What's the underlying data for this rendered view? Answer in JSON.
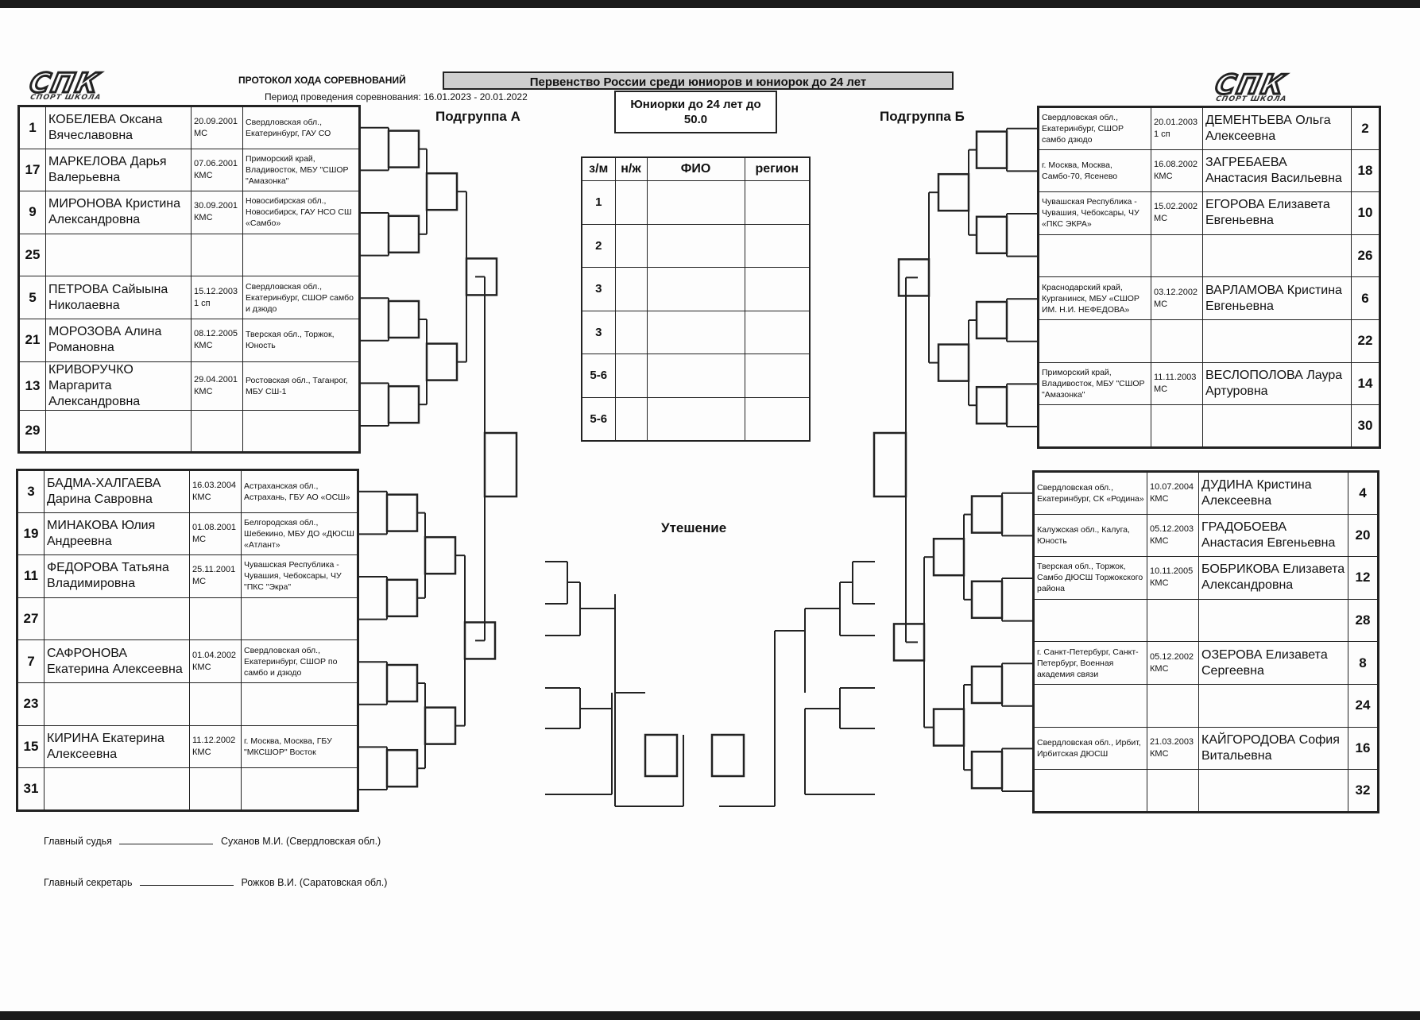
{
  "header": {
    "logo_text": "СПК",
    "logo_sub": "СПОРТ ШКОЛА",
    "protocol_title": "ПРОТОКОЛ ХОДА СОРЕВНОВАНИЙ",
    "period": "Период проведения соревнования: 16.01.2023 - 20.01.2022",
    "competition": "Первенство России среди юниоров и юниорок до 24 лет",
    "category_line1": "Юниорки до 24 лет до",
    "category_line2": "50.0"
  },
  "subgroup_a": {
    "title": "Подгруппа А",
    "top": [
      {
        "num": "1",
        "name": "КОБЕЛЕВА Оксана Вячеславовна",
        "date": "20.09.2001 МС",
        "club": "Свердловская обл., Екатеринбург, ГАУ СО"
      },
      {
        "num": "17",
        "name": "МАРКЕЛОВА Дарья Валерьевна",
        "date": "07.06.2001 КМС",
        "club": "Приморский край, Владивосток, МБУ \"СШОР \"Амазонка\""
      },
      {
        "num": "9",
        "name": "МИРОНОВА Кристина Александровна",
        "date": "30.09.2001 КМС",
        "club": "Новосибирская обл., Новосибирск, ГАУ НСО СШ «Самбо»"
      },
      {
        "num": "25",
        "name": "",
        "date": "",
        "club": ""
      },
      {
        "num": "5",
        "name": "ПЕТРОВА Сайыына Николаевна",
        "date": "15.12.2003 1 сп",
        "club": "Свердловская обл., Екатеринбург, СШОР самбо и дзюдо"
      },
      {
        "num": "21",
        "name": "МОРОЗОВА Алина Романовна",
        "date": "08.12.2005 КМС",
        "club": "Тверская обл., Торжок, Юность"
      },
      {
        "num": "13",
        "name": "КРИВОРУЧКО Маргарита Александровна",
        "date": "29.04.2001 КМС",
        "club": "Ростовская обл., Таганрог, МБУ СШ-1"
      },
      {
        "num": "29",
        "name": "",
        "date": "",
        "club": ""
      }
    ],
    "bottom": [
      {
        "num": "3",
        "name": "БАДМА-ХАЛГАЕВА Дарина Савровна",
        "date": "16.03.2004 КМС",
        "club": "Астраханская обл., Астрахань, ГБУ АО «ОСШ»"
      },
      {
        "num": "19",
        "name": "МИНАКОВА Юлия Андреевна",
        "date": "01.08.2001 МС",
        "club": "Белгородская обл., Шебекино, МБУ ДО «ДЮСШ «Атлант»"
      },
      {
        "num": "11",
        "name": "ФЕДОРОВА Татьяна Владимировна",
        "date": "25.11.2001 МС",
        "club": "Чувашская Республика - Чувашия, Чебоксары, ЧУ \"ПКС \"Экра\""
      },
      {
        "num": "27",
        "name": "",
        "date": "",
        "club": ""
      },
      {
        "num": "7",
        "name": "САФРОНОВА Екатерина Алексеевна",
        "date": "01.04.2002 КМС",
        "club": "Свердловская обл., Екатеринбург, СШОР по самбо и дзюдо"
      },
      {
        "num": "23",
        "name": "",
        "date": "",
        "club": ""
      },
      {
        "num": "15",
        "name": "КИРИНА Екатерина Алексеевна",
        "date": "11.12.2002 КМС",
        "club": "г. Москва, Москва, ГБУ \"МКСШОР\" Восток"
      },
      {
        "num": "31",
        "name": "",
        "date": "",
        "club": ""
      }
    ]
  },
  "subgroup_b": {
    "title": "Подгруппа Б",
    "top": [
      {
        "num": "2",
        "name": "ДЕМЕНТЬЕВА Ольга Алексеевна",
        "date": "20.01.2003 1 сп",
        "club": "Свердловская обл., Екатеринбург, СШОР самбо дзюдо"
      },
      {
        "num": "18",
        "name": "ЗАГРЕБАЕВА Анастасия Васильевна",
        "date": "16.08.2002 КМС",
        "club": "г. Москва, Москва, Самбо-70, Ясенево"
      },
      {
        "num": "10",
        "name": "ЕГОРОВА Елизавета Евгеньевна",
        "date": "15.02.2002 МС",
        "club": "Чувашская Республика - Чувашия, Чебоксары, ЧУ «ПКС ЭКРА»"
      },
      {
        "num": "26",
        "name": "",
        "date": "",
        "club": ""
      },
      {
        "num": "6",
        "name": "ВАРЛАМОВА Кристина Евгеньевна",
        "date": "03.12.2002 МС",
        "club": "Краснодарский край, Курганинск, МБУ «СШОР ИМ. Н.И. НЕФЕДОВА»"
      },
      {
        "num": "22",
        "name": "",
        "date": "",
        "club": ""
      },
      {
        "num": "14",
        "name": "ВЕСЛОПОЛОВА Лаура Артуровна",
        "date": "11.11.2003 МС",
        "club": "Приморский край, Владивосток, МБУ \"СШОР \"Амазонка\""
      },
      {
        "num": "30",
        "name": "",
        "date": "",
        "club": ""
      }
    ],
    "bottom": [
      {
        "num": "4",
        "name": "ДУДИНА Кристина Алексеевна",
        "date": "10.07.2004 КМС",
        "club": "Свердловская обл., Екатеринбург, СК «Родина»"
      },
      {
        "num": "20",
        "name": "ГРАДОБОЕВА Анастасия Евгеньевна",
        "date": "05.12.2003 КМС",
        "club": "Калужская обл., Калуга, Юность"
      },
      {
        "num": "12",
        "name": "БОБРИКОВА Елизавета Александровна",
        "date": "10.11.2005 КМС",
        "club": "Тверская обл., Торжок, Самбо ДЮСШ Торжокского района"
      },
      {
        "num": "28",
        "name": "",
        "date": "",
        "club": ""
      },
      {
        "num": "8",
        "name": "ОЗЕРОВА Елизавета Сергеевна",
        "date": "05.12.2002 КМС",
        "club": "г. Санкт-Петербург, Санкт-Петербург, Военная академия связи"
      },
      {
        "num": "24",
        "name": "",
        "date": "",
        "club": ""
      },
      {
        "num": "16",
        "name": "КАЙГОРОДОВА София Витальевна",
        "date": "21.03.2003 КМС",
        "club": "Свердловская обл., Ирбит, Ирбитская ДЮСШ"
      },
      {
        "num": "32",
        "name": "",
        "date": "",
        "club": ""
      }
    ]
  },
  "results": {
    "headers": [
      "з/м",
      "н/ж",
      "ФИО",
      "регион"
    ],
    "places": [
      "1",
      "2",
      "3",
      "3",
      "5-6",
      "5-6"
    ]
  },
  "consolation_title": "Утешение",
  "signatures": {
    "judge_label": "Главный судья",
    "judge_name": "Суханов М.И. (Свердловская обл.)",
    "secretary_label": "Главный секретарь",
    "secretary_name": "Рожков В.И. (Саратовская обл.)"
  }
}
